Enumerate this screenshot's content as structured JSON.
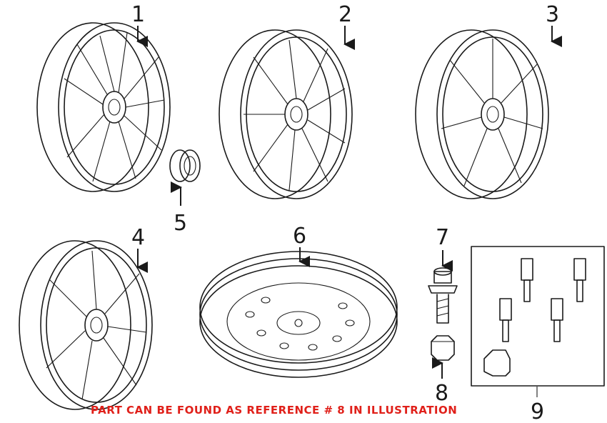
{
  "callouts": [
    {
      "id": "1",
      "label": "1"
    },
    {
      "id": "2",
      "label": "2"
    },
    {
      "id": "3",
      "label": "3"
    },
    {
      "id": "4",
      "label": "4"
    },
    {
      "id": "5",
      "label": "5"
    },
    {
      "id": "6",
      "label": "6"
    },
    {
      "id": "7",
      "label": "7"
    },
    {
      "id": "8",
      "label": "8"
    },
    {
      "id": "9",
      "label": "9"
    }
  ],
  "notice": {
    "text": "PART CAN BE FOUND AS REFERENCE # 8 IN ILLUSTRATION",
    "color": "#e0201a"
  }
}
